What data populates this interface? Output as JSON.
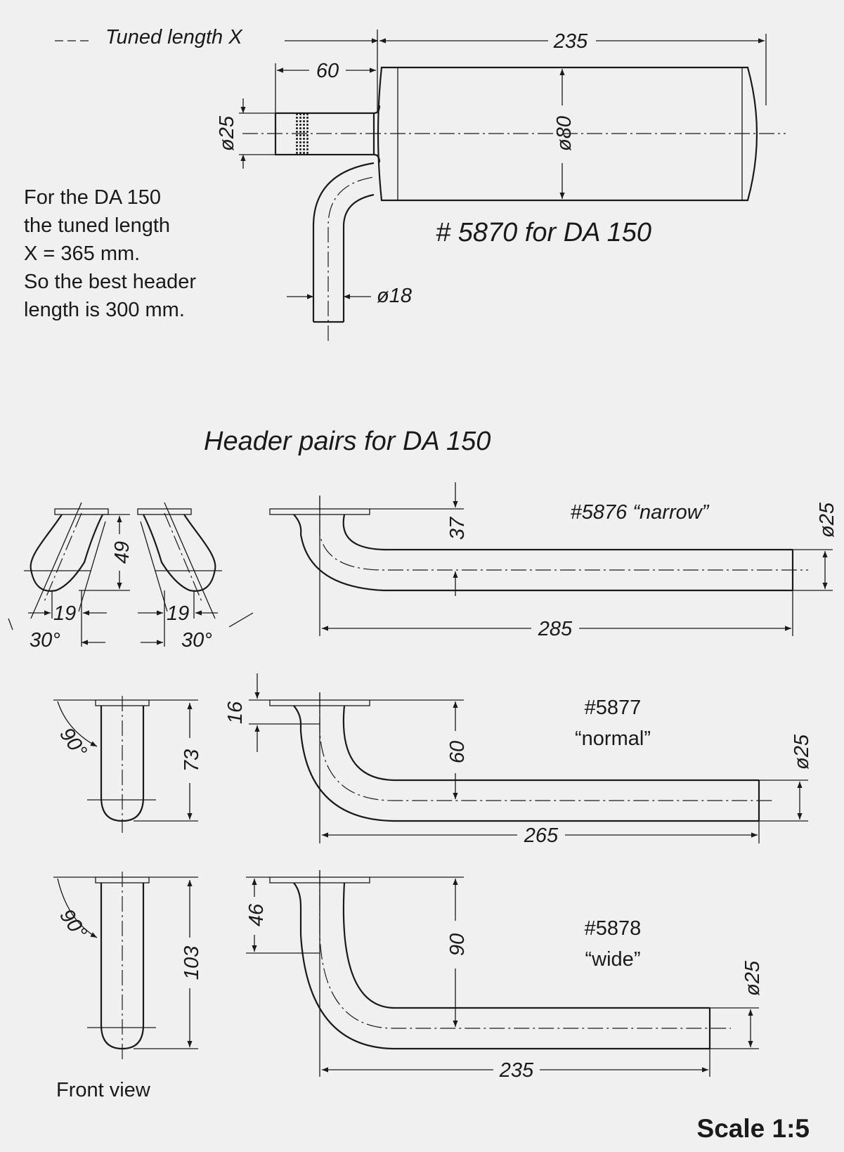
{
  "muffler": {
    "tuned_length_label": "Tuned length X",
    "dim_length": "235",
    "dim_stub": "60",
    "dim_outlet_dia": "ø25",
    "dim_body_dia": "ø80",
    "dim_inlet_dia": "ø18",
    "part_label": "# 5870 for DA 150"
  },
  "note": {
    "lines": [
      "For the DA 150",
      "the tuned length",
      "X = 365 mm.",
      "So the best header",
      "length is 300 mm."
    ]
  },
  "headers": {
    "title": "Header pairs for DA 150",
    "narrow": {
      "part_label": "#5876 “narrow”",
      "dim_offset": "37",
      "dim_length": "285",
      "dim_dia": "ø25",
      "front_height": "49",
      "front_width_left": "19",
      "front_width_right": "19",
      "angle_left": "30°",
      "angle_right": "30°"
    },
    "normal": {
      "part_label_line1": "#5877",
      "part_label_line2": "“normal”",
      "dim_flange": "16",
      "dim_drop": "60",
      "dim_length": "265",
      "dim_dia": "ø25",
      "front_height": "73",
      "front_angle": "90°"
    },
    "wide": {
      "part_label_line1": "#5878",
      "part_label_line2": "“wide”",
      "dim_flange": "46",
      "dim_drop": "90",
      "dim_length": "235",
      "dim_dia": "ø25",
      "front_height": "103",
      "front_angle": "90°"
    },
    "front_view_label": "Front view"
  },
  "scale_label": "Scale 1:5"
}
